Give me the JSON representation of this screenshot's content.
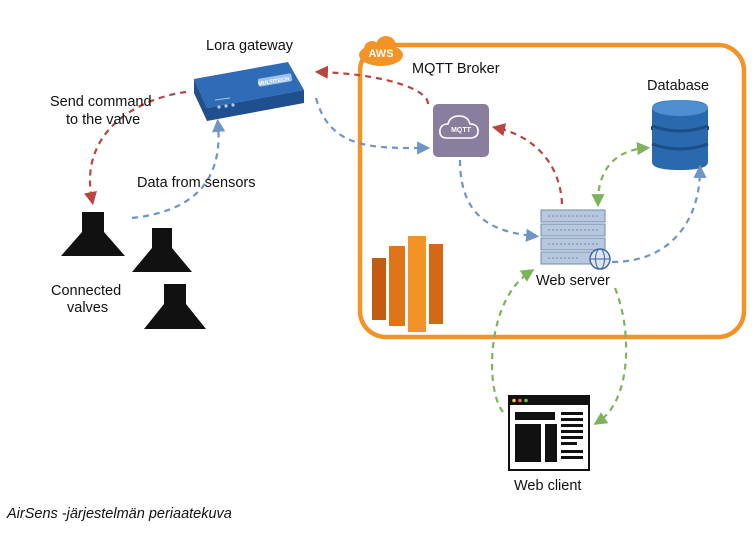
{
  "diagram": {
    "nodes": {
      "lora_gateway": {
        "label": "Lora gateway",
        "brand": "MULTITECH"
      },
      "mqtt_broker": {
        "label": "MQTT Broker",
        "icon_text": "MQTT"
      },
      "database": {
        "label": "Database"
      },
      "web_server": {
        "label": "Web server"
      },
      "web_client": {
        "label": "Web client"
      },
      "valves": {
        "label_line1": "Connected",
        "label_line2": "valves"
      },
      "aws": {
        "badge": "AWS"
      }
    },
    "edges": {
      "send_command": {
        "label_line1": "Send command",
        "label_line2": "to the valve"
      },
      "sensor_data": {
        "label": "Data from sensors"
      }
    },
    "colors": {
      "aws_orange": "#F39325",
      "command_red": "#B8453F",
      "data_blue": "#6F94C6",
      "client_green": "#7DB35A",
      "db_blue": "#2A69AE",
      "gateway_blue": "#2F6BB7",
      "mqtt_purple": "#8A7E9E"
    }
  },
  "caption": "AirSens -järjestelmän periaatekuva"
}
